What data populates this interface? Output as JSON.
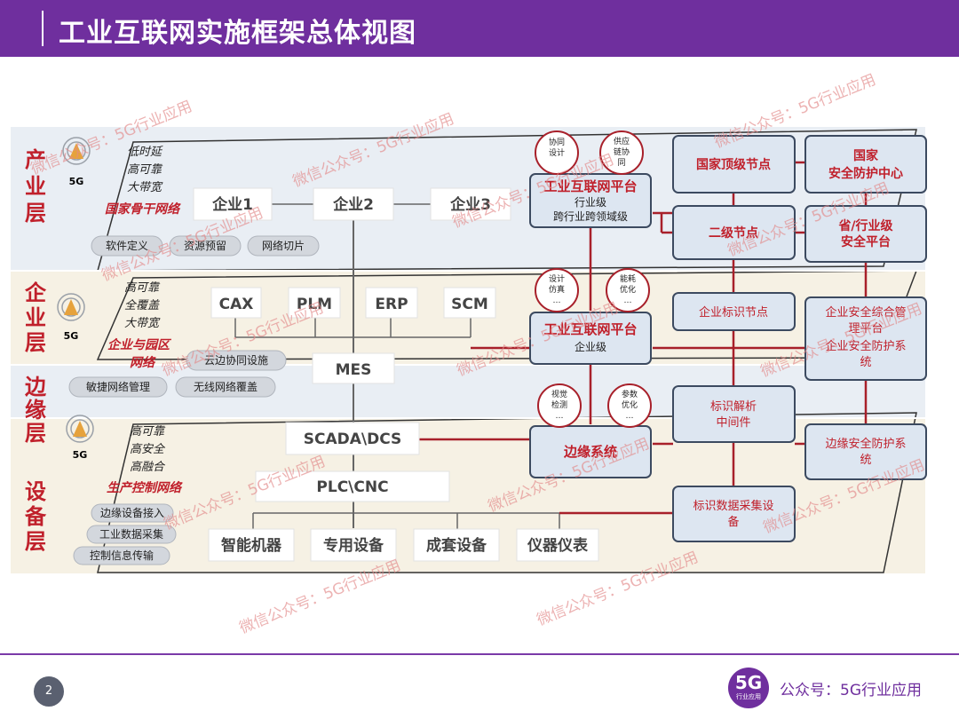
{
  "header": {
    "title": "工业互联网实施框架总体视图"
  },
  "layers": [
    {
      "name": "产业层",
      "badge": "5G",
      "features": [
        "低时延",
        "高可靠",
        "大带宽"
      ],
      "network": "国家骨干网络",
      "capabilities": [
        "软件定义",
        "资源预留",
        "网络切片"
      ],
      "entities": [
        "企业1",
        "企业2",
        "企业3"
      ]
    },
    {
      "name": "企业层",
      "badge": "5G",
      "features": [
        "高可靠",
        "全覆盖",
        "大带宽"
      ],
      "network_lines": [
        "企业与园区",
        "网络"
      ],
      "capabilities": [
        "云边协同设施"
      ],
      "systems": [
        "CAX",
        "PLM",
        "ERP",
        "SCM"
      ],
      "mes": "MES"
    },
    {
      "name": "边缘层",
      "capabilities": [
        "敏捷网络管理",
        "无线网络覆盖"
      ]
    },
    {
      "name": "设备层",
      "badge": "5G",
      "features": [
        "高可靠",
        "高安全",
        "高融合"
      ],
      "network": "生产控制网络",
      "capabilities": [
        "边缘设备接入",
        "工业数据采集",
        "控制信息传输"
      ],
      "systems": [
        "SCADA\\DCS",
        "PLC\\CNC"
      ],
      "devices": [
        "智能机器",
        "专用设备",
        "成套设备",
        "仪器仪表"
      ]
    }
  ],
  "platforms": {
    "industry": {
      "title": "工业互联网平台",
      "lines": [
        "行业级",
        "跨行业跨领域级"
      ],
      "apps": [
        [
          "协同",
          "设计"
        ],
        [
          "供应",
          "链协",
          "同"
        ]
      ]
    },
    "enterprise": {
      "title": "工业互联网平台",
      "lines": [
        "企业级"
      ],
      "apps": [
        [
          "设计",
          "仿真",
          "…"
        ],
        [
          "能耗",
          "优化",
          "…"
        ]
      ]
    },
    "edge": {
      "title": "边缘系统",
      "apps": [
        [
          "视觉",
          "检测",
          "…"
        ],
        [
          "参数",
          "优化",
          "…"
        ]
      ]
    }
  },
  "identification": {
    "national_top": "国家顶级节点",
    "secondary": "二级节点",
    "enterprise_node": "企业标识节点",
    "middleware": [
      "标识解析",
      "中间件"
    ],
    "collection": [
      "标识数据采集设",
      "备"
    ]
  },
  "security": {
    "national": [
      "国家",
      "安全防护中心"
    ],
    "provincial": [
      "省/行业级",
      "安全平台"
    ],
    "enterprise": [
      "企业安全综合管",
      "理平台",
      "企业安全防护系",
      "统"
    ],
    "edge": [
      "边缘安全防护系",
      "统"
    ]
  },
  "watermarks": [
    "微信公众号：5G行业应用",
    "微信公众号：5G行业应用",
    "微信公众号：5G行业应用",
    "微信公众号：5G行业应用",
    "微信公众号：5G行业应用",
    "微信公众号：5G行业应用",
    "微信公众号：5G行业应用",
    "微信公众号：5G行业应用",
    "微信公众号：5G行业应用",
    "微信公众号：5G行业应用",
    "微信公众号：5G行业应用",
    "微信公众号：5G行业应用",
    "微信公众号：5G行业应用",
    "微信公众号：5G行业应用"
  ],
  "footer": {
    "page": "2",
    "logo_big": "5G",
    "logo_small": "行业应用",
    "account": "公众号：5G行业应用"
  },
  "colors": {
    "brand": "#6f2f9e",
    "layer_label": "#c0202b",
    "line_red": "#a8202a",
    "box_fill": "#dde6f1",
    "box_border": "#3c4a60"
  }
}
